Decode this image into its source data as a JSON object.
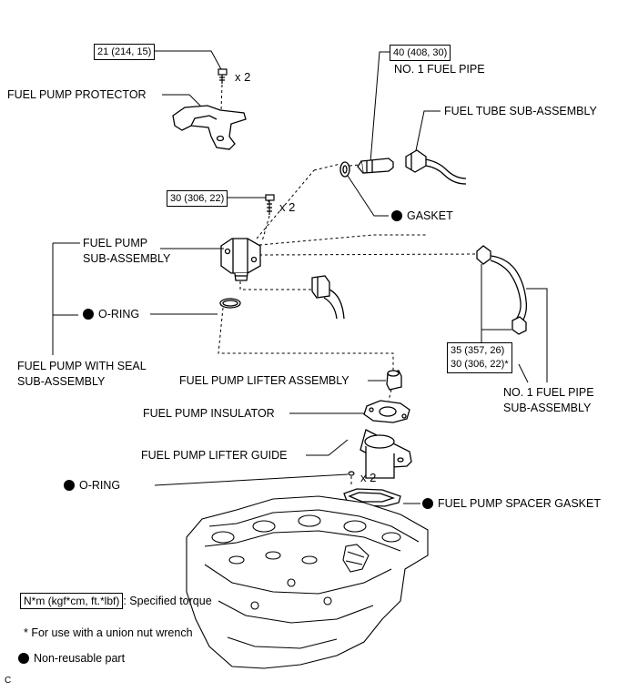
{
  "torque": {
    "pump_protector": "21 (214, 15)",
    "fuel_pipe": "40 (408, 30)",
    "pump_bolts": "30 (306, 22)",
    "pipe_sub_assy_1": "35 (357, 26)",
    "pipe_sub_assy_2": "30 (306, 22)*"
  },
  "labels": {
    "fuel_pump_protector": "FUEL PUMP PROTECTOR",
    "no1_fuel_pipe": "NO. 1 FUEL PIPE",
    "fuel_tube_sub_assembly": "FUEL TUBE SUB-ASSEMBLY",
    "gasket": "GASKET",
    "fuel_pump_line1": "FUEL PUMP",
    "fuel_pump_line2": "SUB-ASSEMBLY",
    "o_ring_upper": "O-RING",
    "pump_with_seal_line1": "FUEL PUMP WITH SEAL",
    "pump_with_seal_line2": "SUB-ASSEMBLY",
    "lifter_assembly": "FUEL PUMP LIFTER ASSEMBLY",
    "insulator": "FUEL PUMP INSULATOR",
    "lifter_guide": "FUEL PUMP LIFTER GUIDE",
    "o_ring_lower": "O-RING",
    "spacer_gasket": "FUEL PUMP SPACER GASKET",
    "no1_pipe_sub_line1": "NO. 1 FUEL PIPE",
    "no1_pipe_sub_line2": "SUB-ASSEMBLY",
    "qty_protector": "x 2",
    "qty_pump_bolts": "x 2",
    "qty_o_ring": "x 2"
  },
  "legend": {
    "torque_units": "N*m (kgf*cm, ft.*lbf)",
    "torque_desc": ": Specified torque",
    "footnote": "* For use with a union nut wrench",
    "non_reusable": "Non-reusable part"
  },
  "corner_mark": "C"
}
